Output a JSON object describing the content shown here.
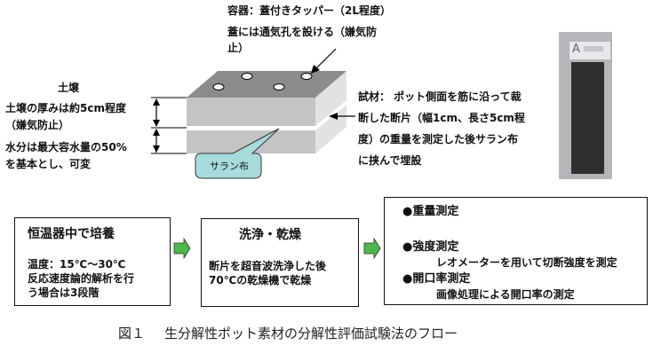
{
  "diagram": {
    "container_label": {
      "line1": "容器：蓋付きタッパー（2L程度）",
      "line2": "蓋には通気孔を設ける（嫌気防",
      "line3": "止）"
    },
    "soil_label": {
      "title": "土壌",
      "line1": "土壌の厚みは約5cm程度",
      "line2": "（嫌気防止）",
      "line3": "水分は最大容水量の50%",
      "line4": "を基本とし、可変"
    },
    "callout": "サラン布",
    "specimen_label": {
      "line1": "試材：  ポット側面を筋に沿って裁",
      "line2": "断した断片（幅1cm、長さ5cm程",
      "line3": "度）の重量を測定した後サラン布",
      "line4": "に挟んで埋設"
    },
    "photo": {
      "tag_letter": "A",
      "description": "specimen strip photo"
    },
    "colors": {
      "lid_top": "#8c8c8c",
      "soil_front": "#c4c4c4",
      "soil_side": "#e2e2e2",
      "callout_fill": "#a8dcdc",
      "arrow_green": "#4db84d",
      "specimen_dark": "#2d302d",
      "photo_bg": "#b6b6ba"
    }
  },
  "flow": {
    "step1": {
      "title": "恒温器中で培養",
      "line1": "温度：15℃～30℃",
      "line2": "反応速度論的解析を行",
      "line3": "う場合は3段階"
    },
    "step2": {
      "title": "洗浄・乾燥",
      "line1": "断片を超音波洗浄した後",
      "line2": "70℃の乾燥機で乾燥"
    },
    "step3": {
      "item1": "●重量測定",
      "item2": "●強度測定",
      "item2_detail": "レオメーターを用いて切断強度を測定",
      "item3": "●開口率測定",
      "item3_detail": "画像処理による開口率の測定"
    }
  },
  "caption": {
    "figure_no": "図１",
    "text": "生分解性ポット素材の分解性評価試験法のフロー"
  }
}
